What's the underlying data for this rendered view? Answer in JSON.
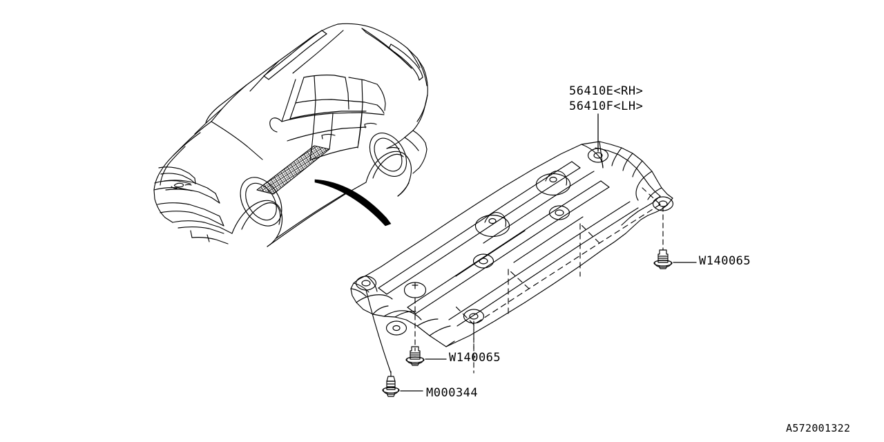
{
  "diagram": {
    "reference_number": "A572001322",
    "vehicle_illustration": {
      "icon": "subaru-outback-wagon-outline",
      "highlight_region": "rocker-panel-hatched",
      "pointer": "curved-tapered-arrow"
    },
    "main_part": {
      "icon": "under-cover-panel-isometric",
      "labels": [
        "56410E<RH>",
        "56410F<LH>"
      ],
      "label_rh": "56410E<RH>",
      "label_lh": "56410F<LH>"
    },
    "fasteners": [
      {
        "label": "W140065",
        "icon": "flange-bolt-icon",
        "position": "right"
      },
      {
        "label": "W140065",
        "icon": "flange-bolt-icon",
        "position": "bottom-center"
      },
      {
        "label": "M000344",
        "icon": "stepped-bolt-icon",
        "position": "bottom-left"
      }
    ],
    "colors": {
      "line": "#000000",
      "background": "#ffffff"
    }
  }
}
